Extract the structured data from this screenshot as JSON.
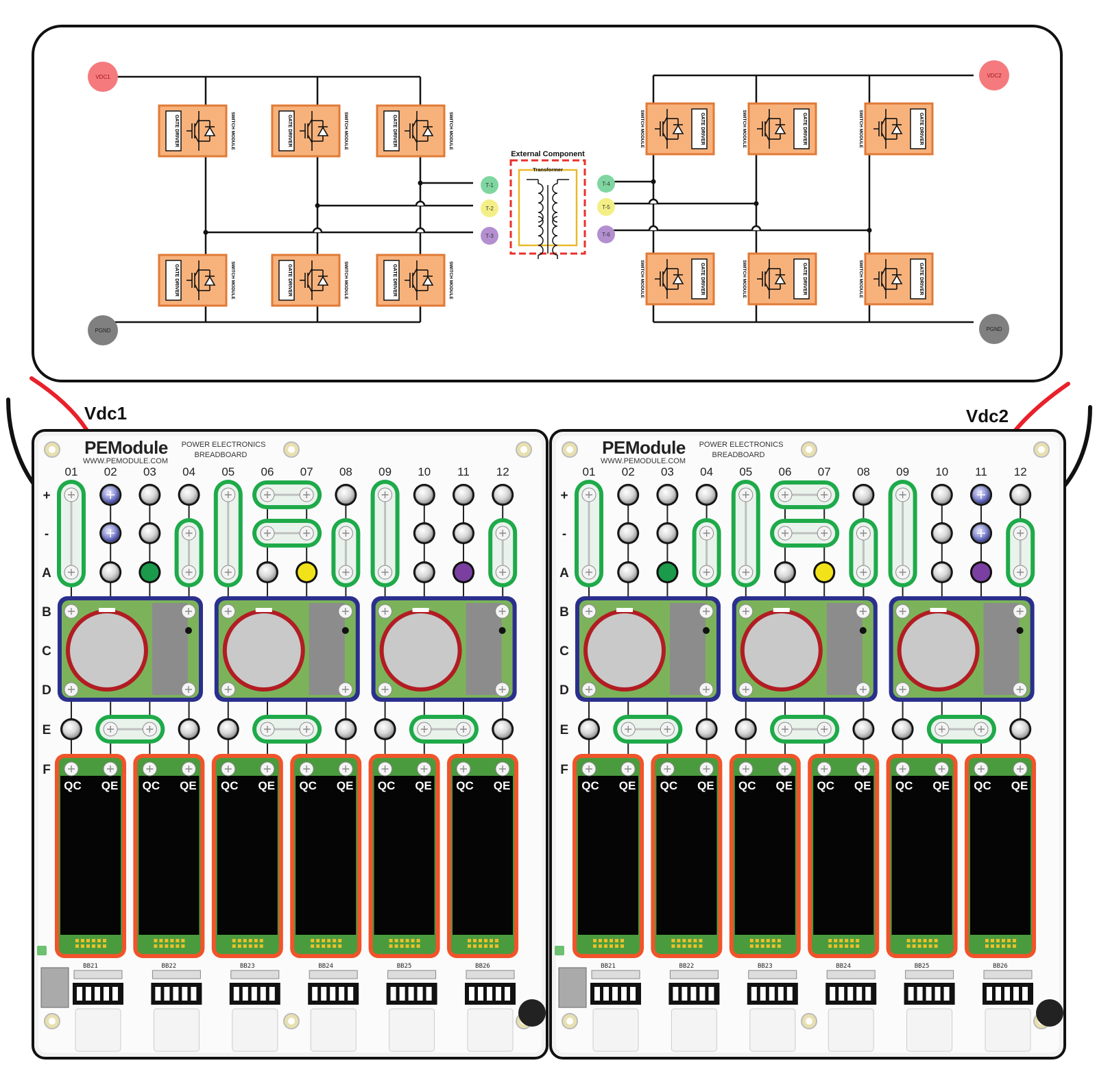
{
  "schematic": {
    "rails": {
      "vdc1": "VDC1",
      "vdc2": "VDC2",
      "pgnd_left": "PGND",
      "pgnd_right": "PGND"
    },
    "module_labels": {
      "gate_driver": "GATE DRIVER",
      "switch_module": "SWITCH MODULE"
    },
    "external_component": "External Component",
    "transformer": "Transformer",
    "terminals": [
      "T-1",
      "T-2",
      "T-3",
      "T-4",
      "T-5",
      "T-6"
    ],
    "colors": {
      "vdc": "#f47a7e",
      "pgnd": "#808080",
      "phase1": "#7fd6a0",
      "phase2": "#f3ef86",
      "phase3": "#b38fd0",
      "module_fill": "#f7b27c",
      "module_border": "#e07a36",
      "transformer_border": "#e8312b"
    }
  },
  "wire_labels": {
    "left": "Vdc1",
    "right": "Vdc2"
  },
  "boards": [
    {
      "brand": "PEModule",
      "tagline_1": "POWER ELECTRONICS",
      "tagline_2": "BREADBOARD",
      "url": "WWW.PEMODULE.COM",
      "columns": [
        "01",
        "02",
        "03",
        "04",
        "05",
        "06",
        "07",
        "08",
        "09",
        "10",
        "11",
        "12"
      ],
      "rows": [
        "+",
        "-",
        "A",
        "B",
        "C",
        "D",
        "E",
        "F"
      ],
      "switch_pins": [
        "QC",
        "QE"
      ],
      "bottom_connectors": [
        "BB21",
        "BB22",
        "BB23",
        "BB24",
        "BB25",
        "BB26"
      ]
    },
    {
      "brand": "PEModule",
      "tagline_1": "POWER ELECTRONICS",
      "tagline_2": "BREADBOARD",
      "url": "WWW.PEMODULE.COM",
      "columns": [
        "01",
        "02",
        "03",
        "04",
        "05",
        "06",
        "07",
        "08",
        "09",
        "10",
        "11",
        "12"
      ],
      "rows": [
        "+",
        "-",
        "A",
        "B",
        "C",
        "D",
        "E",
        "F"
      ],
      "switch_pins": [
        "QC",
        "QE"
      ],
      "bottom_connectors": [
        "BB21",
        "BB22",
        "BB23",
        "BB24",
        "BB25",
        "BB26"
      ]
    }
  ],
  "board_colors": {
    "jumper": "#1faa4a",
    "capacitor_frame": "#2b2f8c",
    "switch_frame": "#f0542a",
    "red_wire": "#e8212a",
    "black_wire": "#111111",
    "dot_green": "#1a9a4a",
    "dot_yellow": "#f2e21a",
    "dot_purple": "#7a3fa0",
    "supply_peg": "#3a3f9a"
  }
}
